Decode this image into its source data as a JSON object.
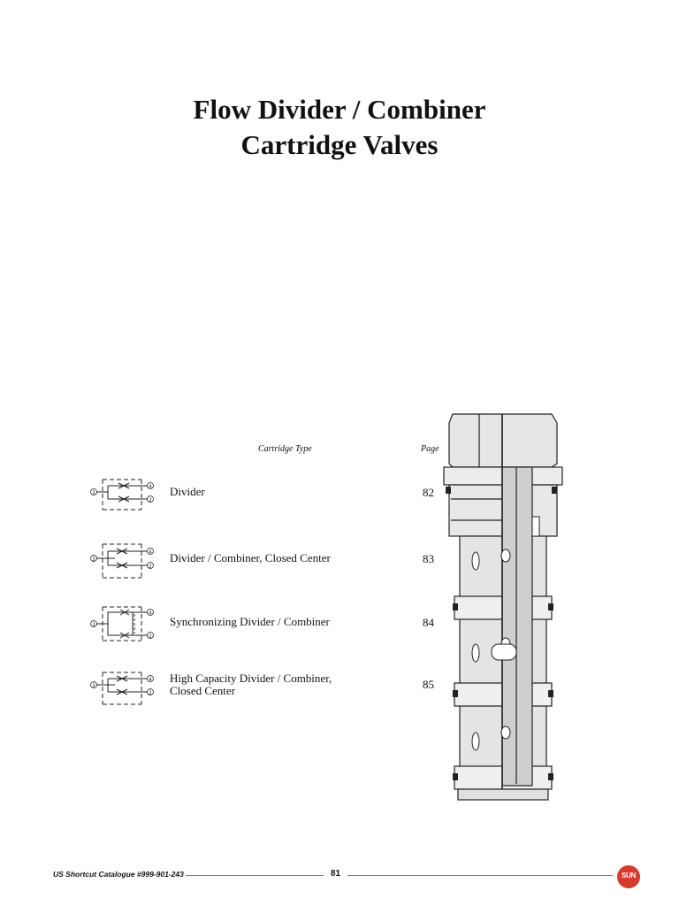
{
  "title": {
    "line1": "Flow Divider / Combiner",
    "line2": "Cartridge Valves"
  },
  "table": {
    "header_type": "Cartridge Type",
    "header_page": "Page",
    "rows": [
      {
        "label_line1": "Divider",
        "label_line2": "",
        "page": "82",
        "symbol_icon": "divider-symbol-icon"
      },
      {
        "label_line1": "Divider / Combiner, Closed Center",
        "label_line2": "",
        "page": "83",
        "symbol_icon": "divider-combiner-closed-center-symbol-icon"
      },
      {
        "label_line1": "Synchronizing Divider / Combiner",
        "label_line2": "",
        "page": "84",
        "symbol_icon": "synchronizing-divider-combiner-symbol-icon"
      },
      {
        "label_line1": "High Capacity Divider / Combiner,",
        "label_line2": "Closed Center",
        "page": "85",
        "symbol_icon": "high-capacity-divider-combiner-symbol-icon"
      }
    ],
    "port_labels": [
      "③",
      "④",
      "②"
    ]
  },
  "footer": {
    "catalogue": "US Shortcut Catalogue #999-901-243",
    "page_number": "81",
    "logo_text": "SUN",
    "accent_color": "#d63b2b"
  }
}
